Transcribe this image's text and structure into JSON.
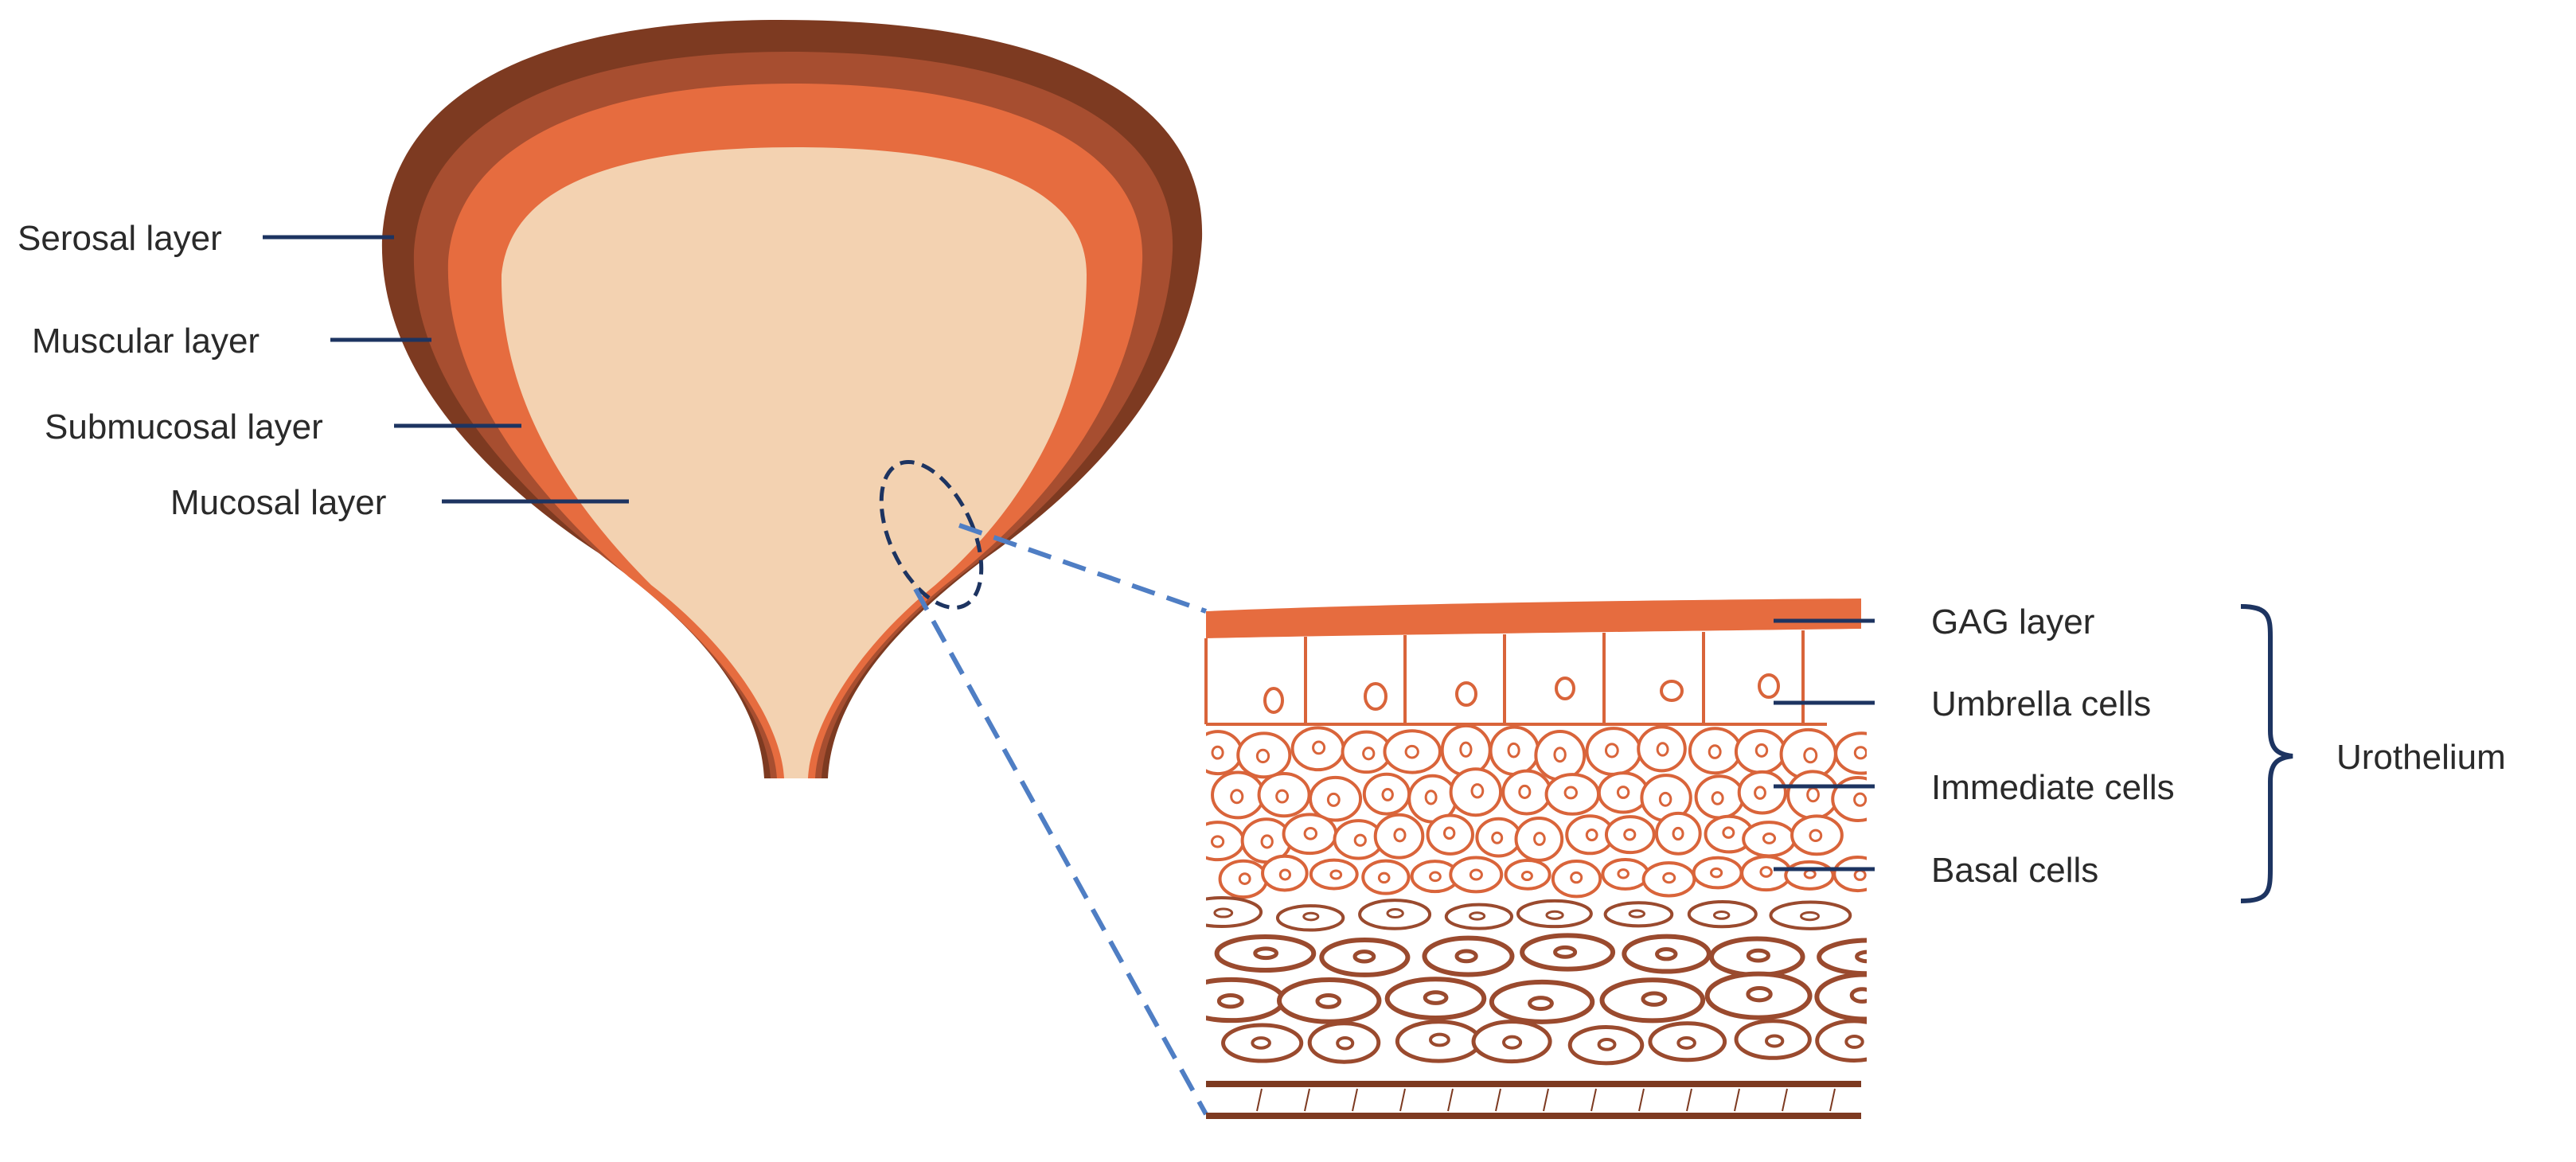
{
  "bladder_labels": {
    "serosal": "Serosal layer",
    "muscular": "Muscular layer",
    "submucosal": "Submucosal layer",
    "mucosal": "Mucosal layer"
  },
  "inset_labels": {
    "gag": "GAG layer",
    "umbrella": "Umbrella cells",
    "immediate": "Immediate cells",
    "basal": "Basal cells"
  },
  "group_label": "Urothelium",
  "colors": {
    "serosal": "#7d3a21",
    "muscular": "#a74e30",
    "submucosal": "#e66c3f",
    "mucosal": "#f3d2b1",
    "cell_outline": "#d9643a",
    "deep_cell": "#9a4a2e",
    "leader": "#1d3461",
    "zoom_line": "#4f7ec4"
  }
}
